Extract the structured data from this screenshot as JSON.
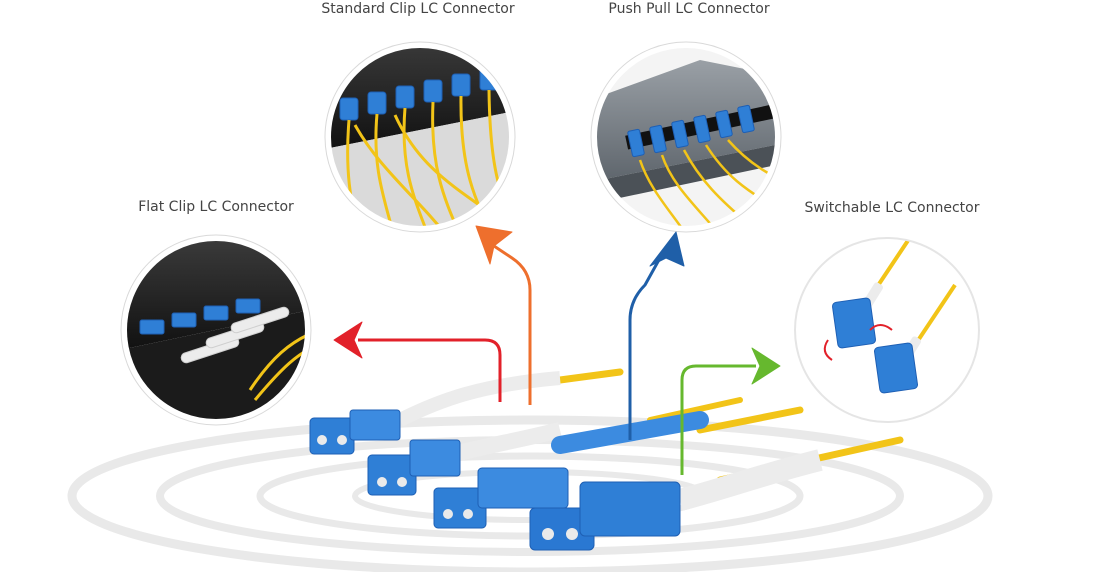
{
  "labels": {
    "standard_clip": "Standard Clip LC Connector",
    "push_pull": "Push Pull  LC Connector",
    "flat_clip": "Flat Clip LC Connector",
    "switchable": "Switchable LC Connector"
  },
  "arrow_colors": {
    "flat_clip": "#e2212a",
    "standard_clip": "#ee6f2d",
    "push_pull": "#1f5fa8",
    "switchable": "#66b82e"
  },
  "connector_colors": {
    "blue": "#2f7fd6",
    "dark_blue": "#1e5fb4",
    "fiber_yellow": "#f2c418",
    "boot_white": "#f2f2f2"
  }
}
